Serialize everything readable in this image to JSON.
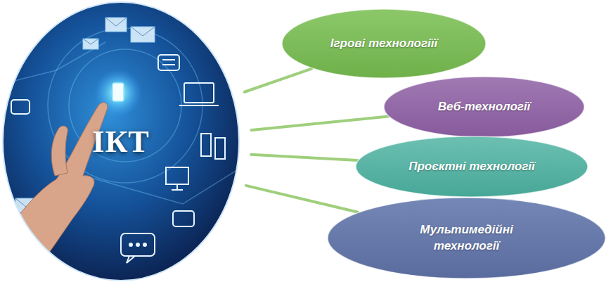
{
  "diagram": {
    "nodes": [
      {
        "text": [
          "ІКТ"
        ]
      },
      {
        "text": [
          "Ігрові технологіїї"
        ]
      },
      {
        "text": [
          "Веб-технології"
        ]
      },
      {
        "text": [
          "Проєктні технології"
        ]
      },
      {
        "text": [
          "Мультимедійні технології"
        ]
      }
    ],
    "edges": [
      {
        "from": 0,
        "to": 1,
        "arrow": "none"
      },
      {
        "from": 0,
        "to": 2,
        "arrow": "none"
      },
      {
        "from": 0,
        "to": 3,
        "arrow": "none"
      },
      {
        "from": 0,
        "to": 4,
        "arrow": "none"
      }
    ]
  }
}
